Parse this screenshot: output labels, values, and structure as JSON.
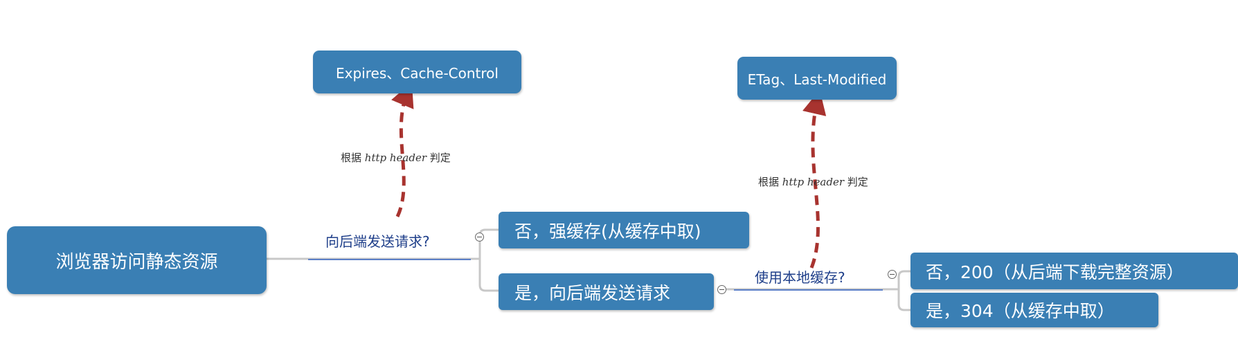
{
  "root": {
    "label": "浏览器访问静态资源"
  },
  "branch_question": "向后端发送请求?",
  "option_no": "否，强缓存(从缓存中取)",
  "option_yes": "是，向后端发送请求",
  "strong_cache_headers": "Expires、Cache-Control",
  "strong_cache_note": {
    "prefix": "根据",
    "italic": "http header",
    "suffix": "判定"
  },
  "sub_question": "使用本地缓存?",
  "sub_no": "否，200（从后端下载完整资源）",
  "sub_yes": "是，304（从缓存中取）",
  "negotiate_headers": "ETag、Last-Modified",
  "negotiate_note": {
    "prefix": "根据",
    "italic": "http header",
    "suffix": "判定"
  },
  "colors": {
    "node_fill": "#3a7fb4",
    "connector": "#c8c8c8",
    "label_underline": "#5b7fc7",
    "arrow": "#a8332f",
    "label_text": "#1f3f8a"
  },
  "icons": {
    "collapse": "collapse-toggle-icon",
    "arrow": "dashed-curved-arrow-icon"
  }
}
